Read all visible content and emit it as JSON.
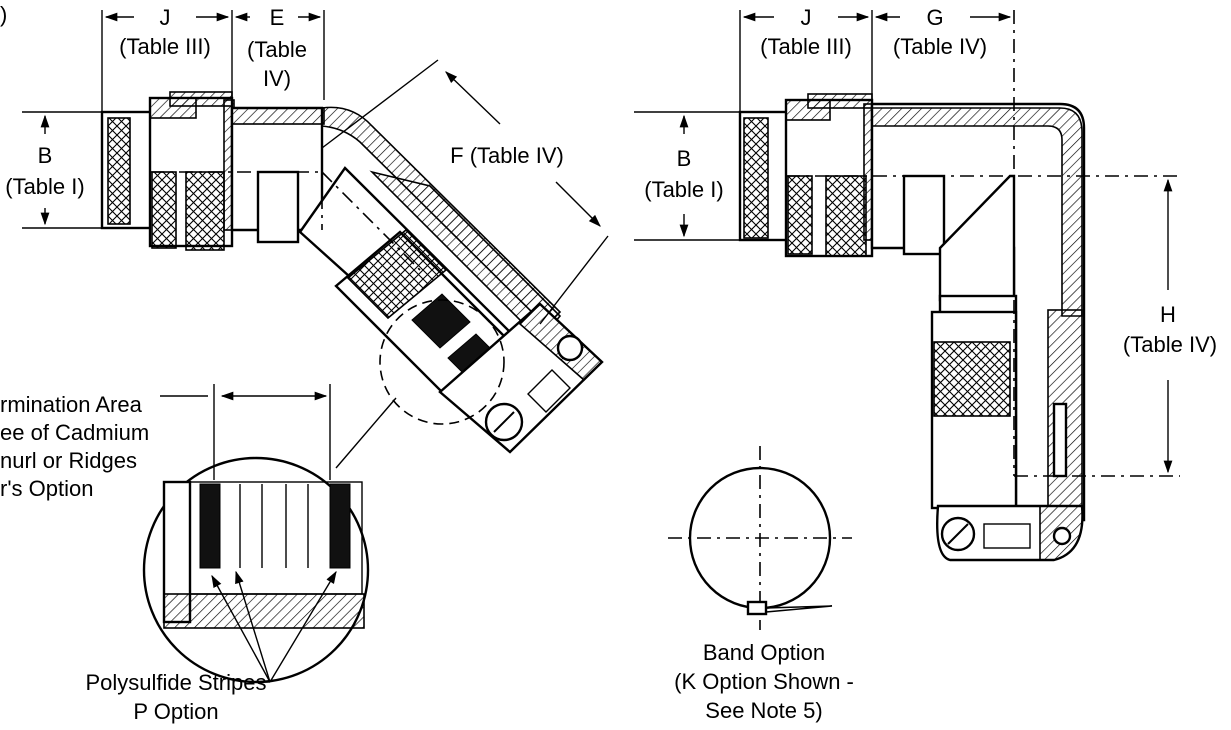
{
  "labels": {
    "left_j": "J",
    "left_j_table": "(Table III)",
    "left_e": "E",
    "left_e_table_1": "(Table",
    "left_e_table_2": "IV)",
    "left_b": "B",
    "left_b_table": "(Table I)",
    "left_f": "F (Table IV)",
    "term_1": "rmination Area",
    "term_2": "ee of Cadmium",
    "term_3": "nurl or Ridges",
    "term_4": "r's Option",
    "poly_1": "Polysulfide Stripes",
    "poly_2": "P Option",
    "right_j": "J",
    "right_j_table": "(Table III)",
    "right_g": "G",
    "right_g_table": "(Table IV)",
    "right_b": "B",
    "right_b_table": "(Table I)",
    "right_h": "H",
    "right_h_table": "(Table IV)",
    "band_1": "Band Option",
    "band_2": "(K Option Shown -",
    "band_3": "See Note 5)",
    "corner_paren": ")"
  }
}
